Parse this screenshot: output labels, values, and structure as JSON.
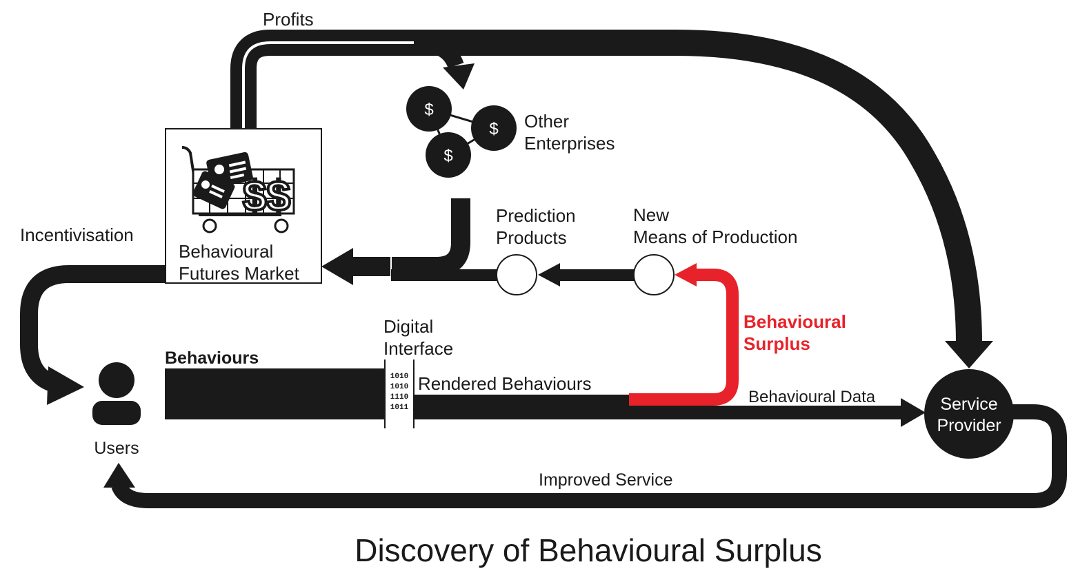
{
  "title": "Discovery of Behavioural Surplus",
  "colors": {
    "ink": "#1a1a1a",
    "accent": "#e8222a",
    "background": "#ffffff"
  },
  "labels": {
    "profits": "Profits",
    "other_enterprises_1": "Other",
    "other_enterprises_2": "Enterprises",
    "incentivisation": "Incentivisation",
    "market_1": "Behavioural",
    "market_2": "Futures Market",
    "prediction_1": "Prediction",
    "prediction_2": "Products",
    "new_means_1": "New",
    "new_means_2": "Means of Production",
    "surplus_1": "Behavioural",
    "surplus_2": "Surplus",
    "digital_1": "Digital",
    "digital_2": "Interface",
    "behaviours": "Behaviours",
    "rendered": "Rendered Behaviours",
    "behavioural_data": "Behavioural Data",
    "service_1": "Service",
    "service_2": "Provider",
    "users": "Users",
    "improved_service": "Improved Service"
  },
  "binary_code": [
    "1010",
    "1010",
    "1110",
    "1011"
  ],
  "icons": {
    "dollar_symbol": "$",
    "market_icon": "shopping-cart-with-id-cards-and-dollar-signs",
    "user_icon": "person-silhouette"
  }
}
